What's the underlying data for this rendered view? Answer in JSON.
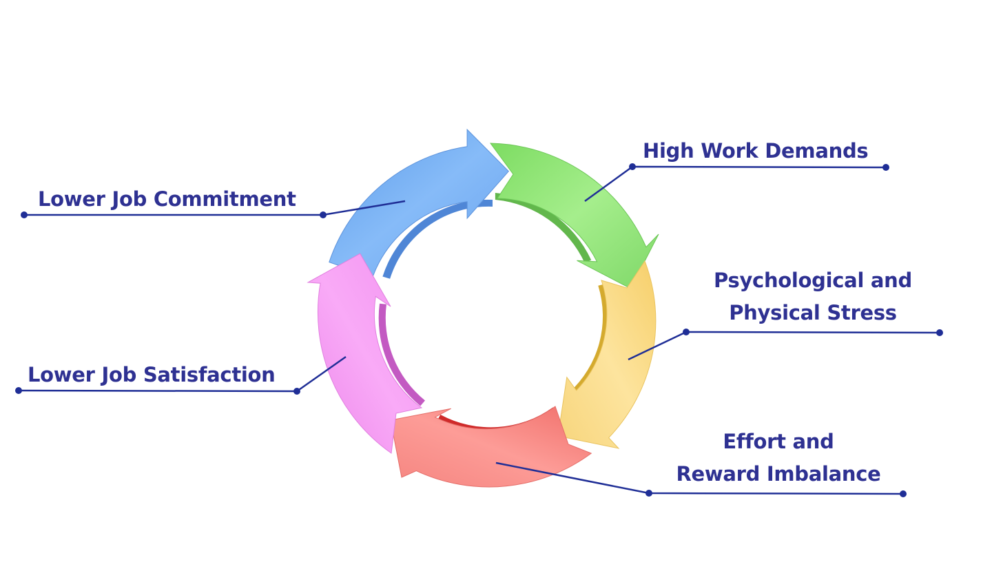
{
  "colors": {
    "label_text": "#2e3192",
    "leader_line": "#1f2e96",
    "arrow_blue": "#7ab2f5",
    "arrow_green": "#93e47c",
    "arrow_yellow": "#fbdd8c",
    "arrow_red": "#f98d88",
    "arrow_pink": "#f49ef2"
  },
  "cycle": {
    "direction": "clockwise",
    "stages": [
      {
        "id": "high-work-demands",
        "color": "green",
        "lines": [
          "High Work Demands"
        ]
      },
      {
        "id": "psychological-physical-stress",
        "color": "yellow",
        "lines": [
          "Psychological and",
          "Physical Stress"
        ]
      },
      {
        "id": "effort-reward-imbalance",
        "color": "red",
        "lines": [
          "Effort and",
          "Reward Imbalance"
        ]
      },
      {
        "id": "lower-job-satisfaction",
        "color": "pink",
        "lines": [
          "Lower Job Satisfaction"
        ]
      },
      {
        "id": "lower-job-commitment",
        "color": "blue",
        "lines": [
          "Lower Job Commitment"
        ]
      }
    ]
  }
}
